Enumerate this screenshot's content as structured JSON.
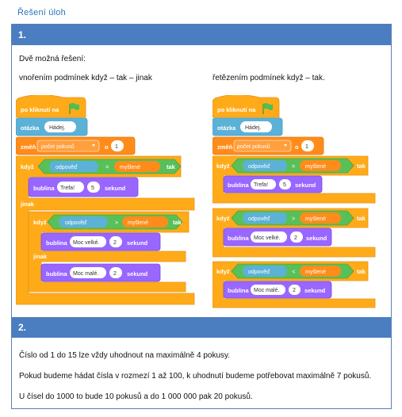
{
  "heading": "Řešení úloh",
  "section1": {
    "number": "1.",
    "intro": "Dvě možná řešení:",
    "left_caption": "vnořením podmínek když – tak – jinak",
    "right_caption": "řetězením podmínek když – tak."
  },
  "section2": {
    "number": "2.",
    "lines": [
      "Číslo od 1 do 15 lze vždy uhodnout na maximálně 4 pokusy.",
      "Pokud budeme hádat čísla v rozmezí 1 až 100, k uhodnutí budeme potřebovat maximálně 7 pokusů.",
      "U čísel do 1000 to bude 10 pokusů a do 1 000 000 pak 20 pokusů."
    ]
  },
  "blocks": {
    "when_clicked": "po kliknutí na",
    "ask": "otázka",
    "ask_value": "Hádej.",
    "change": "změň",
    "change_var": "počet pokusů",
    "change_by": "o",
    "change_value": "1",
    "if": "když",
    "then": "tak",
    "else": "jinak",
    "guess": "odpověď",
    "secret": "myšlené",
    "op_eq": "=",
    "op_gt": ">",
    "op_lt": "<",
    "say": "bublina",
    "secs": "sekund",
    "msg_hit": "Trefa!",
    "msg_hit_secs": "5",
    "msg_big": "Moc velké.",
    "msg_big_secs": "2",
    "msg_small": "Moc malé.",
    "msg_small_secs": "2"
  },
  "colors": {
    "events": "#ffab19",
    "sensing": "#5cb1d6",
    "variables": "#ff8c1a",
    "control": "#ffab19",
    "operators": "#59c059",
    "looks": "#9966ff",
    "heading": "#2e74b5",
    "section_bar": "#4a7ec0",
    "flag": "#4cbf56"
  }
}
